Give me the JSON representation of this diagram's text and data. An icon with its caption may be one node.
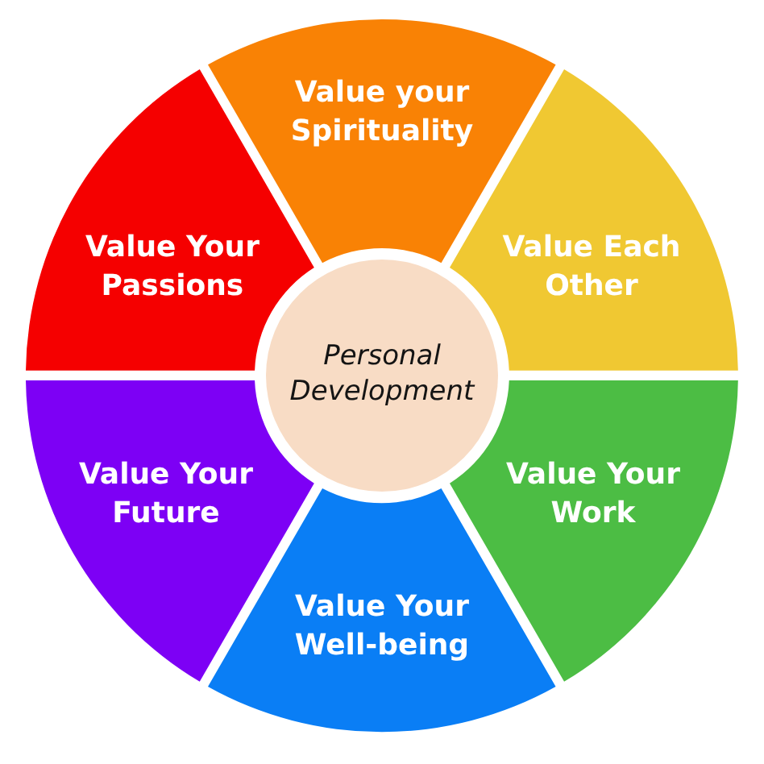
{
  "diagram": {
    "nodes": [
      {
        "text": [
          "Personal Development"
        ]
      },
      {
        "text": [
          "Value your Spirituality"
        ]
      },
      {
        "text": [
          "Value Each Other"
        ]
      },
      {
        "text": [
          "Value Your Work"
        ]
      },
      {
        "text": [
          "Value Your Well-being"
        ]
      },
      {
        "text": [
          "Value Your Future"
        ]
      },
      {
        "text": [
          "Value Your Passions"
        ]
      }
    ]
  }
}
